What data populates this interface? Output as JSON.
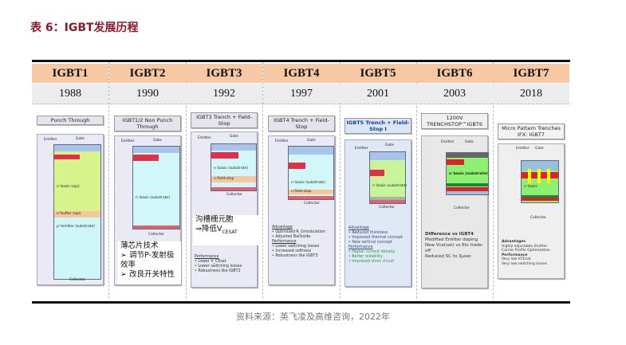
{
  "title": "表 6：IGBT发展历程",
  "caption": "资料来源：英飞凌及高维咨询，2022年",
  "columns": [
    {
      "name": "IGBT1",
      "year": "1988",
      "box": "Punch Through",
      "labels": {
        "emitter": "Emitter",
        "gate": "Gate",
        "collector": "Collector",
        "l1": "n⁻basis (epi)",
        "l2": "n⁺buffer (epi)",
        "l3": "p⁺emitter (substrate)"
      }
    },
    {
      "name": "IGBT2",
      "year": "1990",
      "box": "IGBT1/2 Non Punch Through",
      "labels": {
        "emitter": "Emitter",
        "gate": "Gate",
        "collector": "Collector",
        "l1": "n⁻basis (substrate)"
      },
      "note": [
        "薄芯片技术",
        "➢ 调节P-发射极效率",
        "➢ 改良开关特性"
      ]
    },
    {
      "name": "IGBT3",
      "year": "1992",
      "box": "IGBT3 Trench + Field-Stop",
      "labels": {
        "emitter": "Emitter",
        "gate": "Gate",
        "collector": "Collector",
        "l1": "n⁻basis (substrate)",
        "l2": "n field-stop"
      },
      "note": [
        "沟槽栅元胞",
        "⇒降低V",
        "CESAT"
      ],
      "text": [
        "Performance",
        "• Lower V_CEsat",
        "• Lower switching losses",
        "• Robustness like IGBT2"
      ]
    },
    {
      "name": "IGBT4",
      "year": "1997",
      "box": "IGBT4 Trench + Field-Stop",
      "labels": {
        "emitter": "Emitter",
        "gate": "Gate",
        "collector": "Collector",
        "l1": "n⁻basis (substrate)",
        "l2": "n field-stop"
      },
      "text": [
        "Advantage",
        "• Optimized R_Gmodulation",
        "• Adjusted Backside",
        "Performance",
        "• Lower switching losses",
        "• Increased softness",
        "• Robustness like IGBT3"
      ]
    },
    {
      "name": "IGBT5",
      "year": "2001",
      "box": "IGBT5 Trench + Field-Stop I",
      "labels": {
        "emitter": "Emitter",
        "gate": "Gate",
        "collector": "Collector",
        "l1": "n⁻basis (substrate)"
      },
      "text": [
        "Advantage",
        "• Reduced thickness",
        "• Improved thermal concept",
        "• New vertical concept",
        "Performance",
        "• Higher current density",
        "• Better reliability",
        "• Improved short circuit"
      ]
    },
    {
      "name": "IGBT6",
      "year": "2003",
      "box": "1200V TRENCHSTOP™IGBT6",
      "labels": {
        "emitter": "Emitter",
        "gate": "Gate",
        "collector": "Collector",
        "l1": "n⁻basis (substrate)"
      },
      "text": [
        "Difference vs IGBT4",
        "Modified Emitter doping",
        "New Vce(sat) vs Ets trade-off",
        "Reduced SC to 3μsec"
      ]
    },
    {
      "name": "IGBT7",
      "year": "2018",
      "box": "Micro Pattern Trenches IFX: IGBT7",
      "labels": {
        "emitter": "Emitter",
        "gate": "Gate",
        "collector": "Collector",
        "l1": "n⁻basis"
      },
      "text": [
        "Advantages",
        "Highly adjustable Emitter",
        "Carrier Profile Optimization",
        "Performance",
        "Very low VCEsat",
        "Very low switching losses"
      ]
    }
  ]
}
